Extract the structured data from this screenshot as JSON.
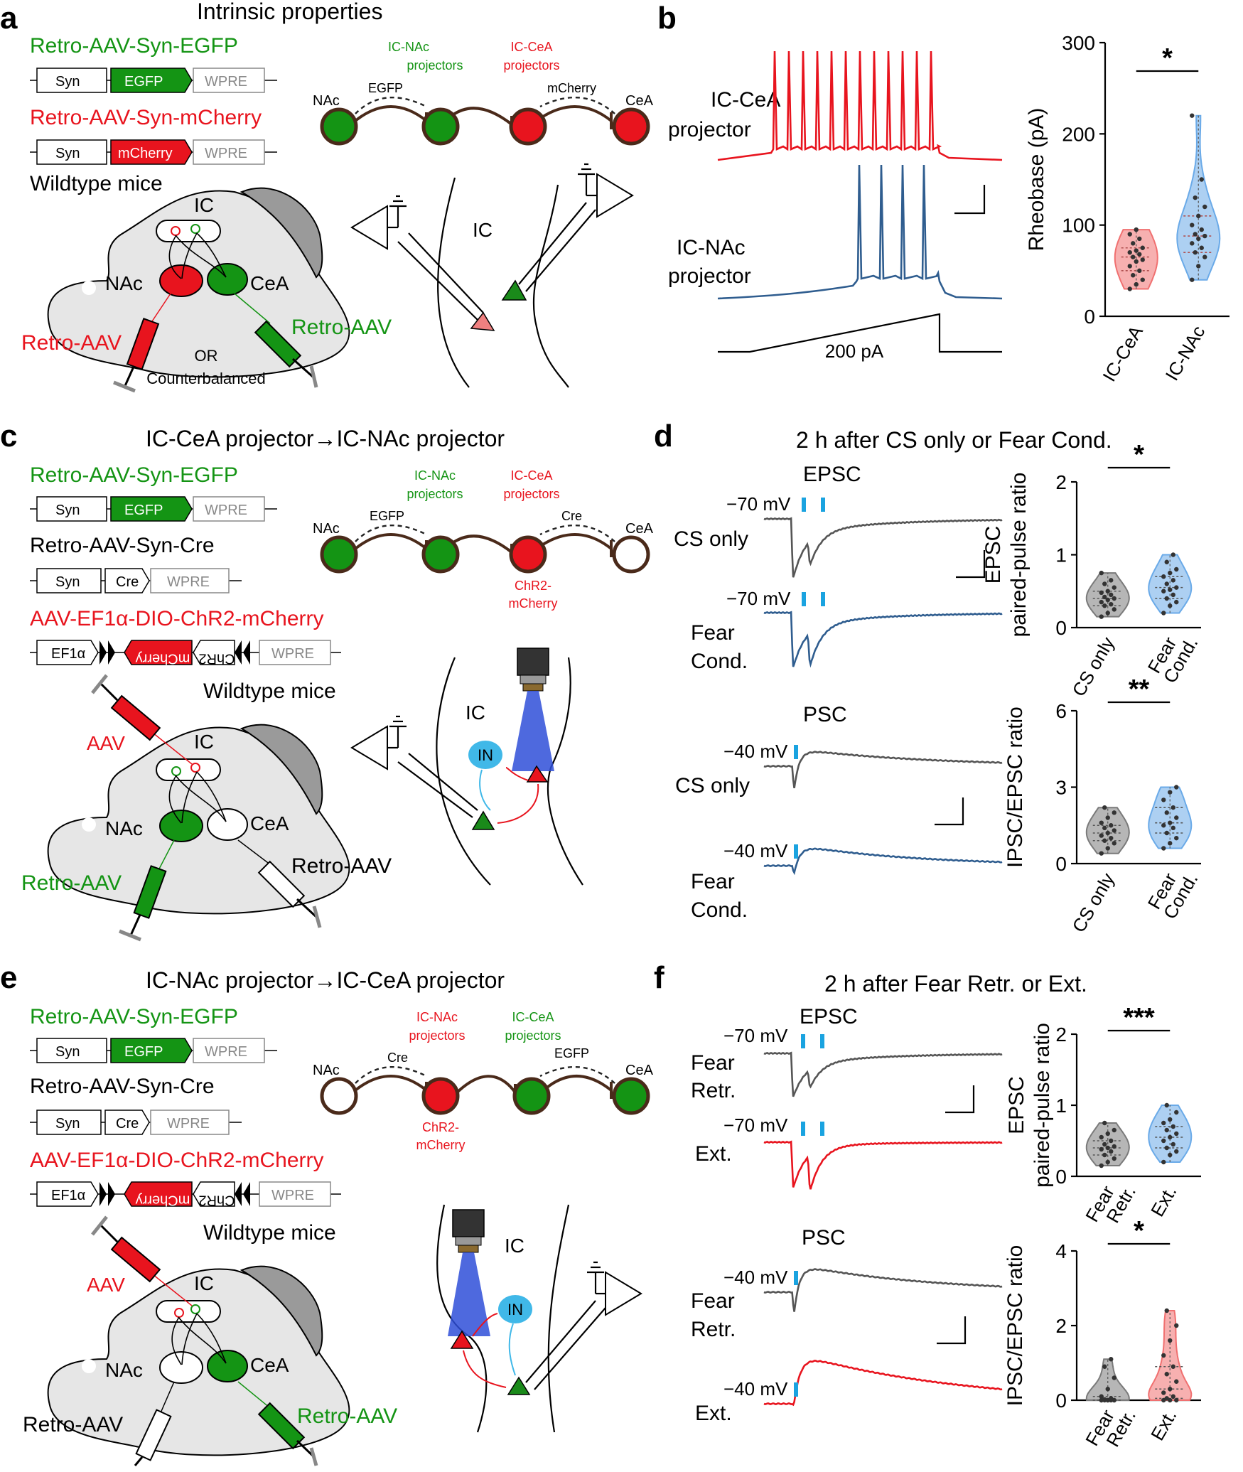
{
  "panel_labels": [
    "a",
    "b",
    "c",
    "d",
    "e",
    "f"
  ],
  "colors": {
    "red": "#e8141e",
    "green": "#149414",
    "blue": "#2f5d8f",
    "gray": "#555555",
    "brown": "#4a2a1a",
    "cyan": "#1aa3e0"
  },
  "panel_a": {
    "title": "Intrinsic properties",
    "virus1": "Retro-AAV-Syn-EGFP",
    "virus2": "Retro-AAV-Syn-mCherry",
    "construct1": [
      "Syn",
      "EGFP",
      "WPRE"
    ],
    "construct2": [
      "Syn",
      "mCherry",
      "WPRE"
    ],
    "mice": "Wildtype mice",
    "circuit": {
      "nac": "NAc",
      "cea": "CeA",
      "left_group": [
        "IC-NAc",
        "projectors"
      ],
      "right_group": [
        "IC-CeA",
        "projectors"
      ],
      "left_arrow": "EGFP",
      "right_arrow": "mCherry"
    },
    "brain": {
      "ic": "IC",
      "nac": "NAc",
      "cea": "CeA",
      "left_inj": "Retro-AAV",
      "right_inj": "Retro-AAV",
      "or": "OR",
      "cb": "Counterbalanced"
    },
    "slice_ic": "IC"
  },
  "panel_b": {
    "trace1_label": [
      "IC-CeA",
      "projector"
    ],
    "trace2_label": [
      "IC-NAc",
      "projector"
    ],
    "ramp_label": "200 pA"
  },
  "panel_c": {
    "title": "IC-CeA projector→IC-NAc projector",
    "virus1": "Retro-AAV-Syn-EGFP",
    "virus2": "Retro-AAV-Syn-Cre",
    "virus3": "AAV-EF1α-DIO-ChR2-mCherry",
    "construct1": [
      "Syn",
      "EGFP",
      "WPRE"
    ],
    "construct2": [
      "Syn",
      "Cre",
      "WPRE"
    ],
    "construct3": [
      "EF1α",
      "mCherry",
      "ChR2",
      "WPRE"
    ],
    "mice": "Wildtype mice",
    "circuit": {
      "nac": "NAc",
      "cea": "CeA",
      "left_group": [
        "IC-NAc",
        "projectors"
      ],
      "right_group": [
        "IC-CeA",
        "projectors"
      ],
      "left_arrow": "EGFP",
      "right_arrow": "Cre",
      "chr2": [
        "ChR2-",
        "mCherry"
      ]
    },
    "brain": {
      "aav": "AAV",
      "ic": "IC",
      "nac": "NAc",
      "cea": "CeA",
      "left_inj": "Retro-AAV",
      "right_inj": "Retro-AAV"
    },
    "slice_ic": "IC",
    "in_label": "IN"
  },
  "panel_d": {
    "title": "2 h after CS only or Fear Cond.",
    "epsc": "EPSC",
    "psc": "PSC",
    "v70a": "−70 mV",
    "v70b": "−70 mV",
    "v40a": "−40 mV",
    "v40b": "−40 mV",
    "cs1": "CS only",
    "fc1": [
      "Fear",
      "Cond."
    ],
    "cs2": "CS only",
    "fc2": [
      "Fear",
      "Cond."
    ]
  },
  "panel_e": {
    "title": "IC-NAc projector→IC-CeA projector",
    "virus1": "Retro-AAV-Syn-EGFP",
    "virus2": "Retro-AAV-Syn-Cre",
    "virus3": "AAV-EF1α-DIO-ChR2-mCherry",
    "construct1": [
      "Syn",
      "EGFP",
      "WPRE"
    ],
    "construct2": [
      "Syn",
      "Cre",
      "WPRE"
    ],
    "construct3": [
      "EF1α",
      "mCherry",
      "ChR2",
      "WPRE"
    ],
    "mice": "Wildtype mice",
    "circuit": {
      "nac": "NAc",
      "cea": "CeA",
      "left_group": [
        "IC-NAc",
        "projectors"
      ],
      "right_group": [
        "IC-CeA",
        "projectors"
      ],
      "left_arrow": "Cre",
      "right_arrow": "EGFP",
      "chr2": [
        "ChR2-",
        "mCherry"
      ]
    },
    "brain": {
      "aav": "AAV",
      "ic": "IC",
      "nac": "NAc",
      "cea": "CeA",
      "left_inj": "Retro-AAV",
      "right_inj": "Retro-AAV"
    },
    "slice_ic": "IC",
    "in_label": "IN"
  },
  "panel_f": {
    "title": "2 h after Fear Retr. or Ext.",
    "epsc": "EPSC",
    "psc": "PSC",
    "v70a": "−70 mV",
    "v70b": "−70 mV",
    "v40a": "−40 mV",
    "v40b": "−40 mV",
    "fr1": [
      "Fear",
      "Retr."
    ],
    "ext1": "Ext.",
    "fr2": [
      "Fear",
      "Retr."
    ],
    "ext2": "Ext."
  },
  "chart_data": [
    {
      "type": "violin",
      "panel": "b",
      "ylabel": "Rheobase (pA)",
      "ylim": [
        0,
        300
      ],
      "yticks": [
        0,
        100,
        200,
        300
      ],
      "categories": [
        "IC-CeA",
        "IC-NAc"
      ],
      "series": [
        {
          "name": "IC-CeA",
          "color": "#f07070",
          "values": [
            30,
            35,
            40,
            45,
            50,
            55,
            60,
            62,
            65,
            68,
            70,
            72,
            75,
            80,
            85,
            90,
            95
          ]
        },
        {
          "name": "IC-NAc",
          "color": "#6aaae8",
          "values": [
            40,
            55,
            65,
            70,
            75,
            80,
            85,
            88,
            90,
            95,
            100,
            110,
            120,
            130,
            150,
            220
          ]
        }
      ],
      "significance": "*"
    },
    {
      "type": "violin",
      "panel": "d-epsc",
      "ylabel": [
        "EPSC",
        "paired-pulse ratio"
      ],
      "ylim": [
        0,
        2
      ],
      "yticks": [
        0,
        1,
        2
      ],
      "categories": [
        "CS only",
        "Fear Cond."
      ],
      "series": [
        {
          "name": "CS only",
          "color": "#7a7a7a",
          "values": [
            0.15,
            0.2,
            0.25,
            0.3,
            0.32,
            0.35,
            0.38,
            0.4,
            0.42,
            0.45,
            0.48,
            0.5,
            0.55,
            0.6,
            0.65,
            0.75
          ]
        },
        {
          "name": "Fear Cond.",
          "color": "#6aaae8",
          "values": [
            0.2,
            0.3,
            0.35,
            0.4,
            0.45,
            0.5,
            0.52,
            0.55,
            0.6,
            0.65,
            0.7,
            0.75,
            0.8,
            0.9,
            1.0
          ]
        }
      ],
      "significance": "*"
    },
    {
      "type": "violin",
      "panel": "d-psc",
      "ylabel": "IPSC/EPSC ratio",
      "ylim": [
        0,
        6
      ],
      "yticks": [
        0,
        3,
        6
      ],
      "categories": [
        "CS only",
        "Fear Cond."
      ],
      "series": [
        {
          "name": "CS only",
          "color": "#7a7a7a",
          "values": [
            0.4,
            0.6,
            0.8,
            0.9,
            1.0,
            1.1,
            1.2,
            1.3,
            1.4,
            1.5,
            1.6,
            1.8,
            2.0,
            2.2
          ]
        },
        {
          "name": "Fear Cond.",
          "color": "#6aaae8",
          "values": [
            0.6,
            0.8,
            1.0,
            1.2,
            1.4,
            1.5,
            1.6,
            1.8,
            2.0,
            2.2,
            2.5,
            2.8,
            3.0
          ]
        }
      ],
      "significance": "**"
    },
    {
      "type": "violin",
      "panel": "f-epsc",
      "ylabel": [
        "EPSC",
        "paired-pulse ratio"
      ],
      "ylim": [
        0,
        2
      ],
      "yticks": [
        0,
        1,
        2
      ],
      "categories": [
        "Fear Retr.",
        "Ext."
      ],
      "series": [
        {
          "name": "Fear Retr.",
          "color": "#7a7a7a",
          "values": [
            0.15,
            0.2,
            0.25,
            0.3,
            0.35,
            0.38,
            0.4,
            0.42,
            0.45,
            0.5,
            0.55,
            0.6,
            0.65,
            0.75
          ]
        },
        {
          "name": "Ext.",
          "color": "#6aaae8",
          "values": [
            0.2,
            0.3,
            0.35,
            0.4,
            0.45,
            0.5,
            0.55,
            0.6,
            0.65,
            0.7,
            0.75,
            0.8,
            0.9,
            1.0
          ]
        }
      ],
      "significance": "***"
    },
    {
      "type": "violin",
      "panel": "f-psc",
      "ylabel": "IPSC/EPSC ratio",
      "ylim": [
        0,
        4
      ],
      "yticks": [
        0,
        2,
        4
      ],
      "categories": [
        "Fear Retr.",
        "Ext."
      ],
      "series": [
        {
          "name": "Fear Retr.",
          "color": "#7a7a7a",
          "values": [
            0,
            0,
            0,
            0,
            0,
            0,
            0,
            0,
            0.02,
            0.05,
            0.1,
            0.3,
            0.6,
            0.9,
            1.1
          ]
        },
        {
          "name": "Ext.",
          "color": "#f07070",
          "values": [
            0,
            0,
            0,
            0.05,
            0.1,
            0.2,
            0.3,
            0.5,
            0.7,
            0.9,
            1.2,
            1.6,
            2.0,
            2.4
          ]
        }
      ],
      "significance": "*"
    }
  ]
}
